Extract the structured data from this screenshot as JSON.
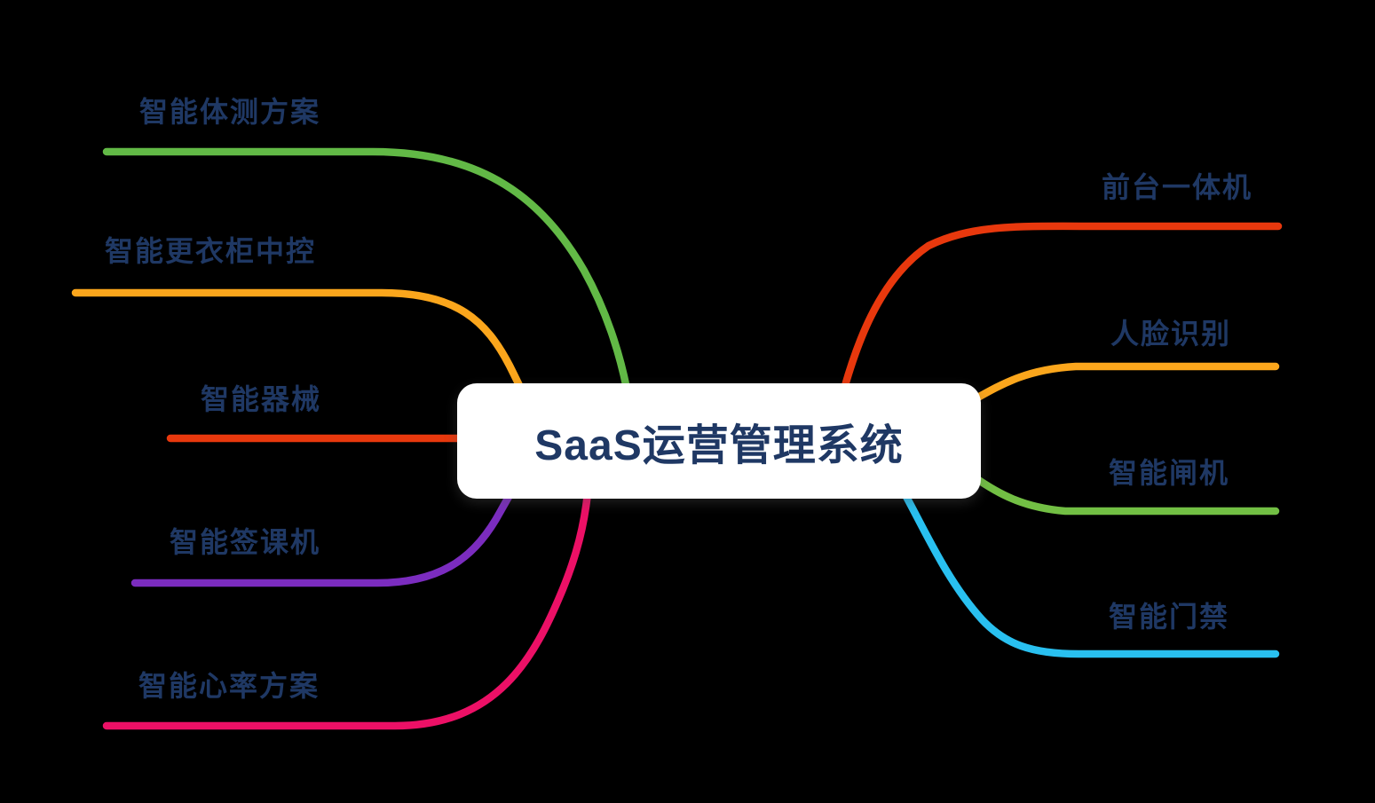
{
  "central": {
    "label": "SaaS运营管理系统",
    "bg_color": "#ffffff",
    "text_color": "#1f3864"
  },
  "branches": {
    "left": [
      {
        "label": "智能体测方案",
        "color": "#62b946"
      },
      {
        "label": "智能更衣柜中控",
        "color": "#fba61c"
      },
      {
        "label": "智能器械",
        "color": "#e8380d"
      },
      {
        "label": "智能签课机",
        "color": "#7b2cbf"
      },
      {
        "label": "智能心率方案",
        "color": "#ec1066"
      }
    ],
    "right": [
      {
        "label": "前台一体机",
        "color": "#e8380d"
      },
      {
        "label": "人脸识别",
        "color": "#fba61c"
      },
      {
        "label": "智能闸机",
        "color": "#72bf44"
      },
      {
        "label": "智能门禁",
        "color": "#29c0f0"
      }
    ]
  },
  "colors": {
    "label_text": "#1f3864",
    "background": "#000000"
  }
}
